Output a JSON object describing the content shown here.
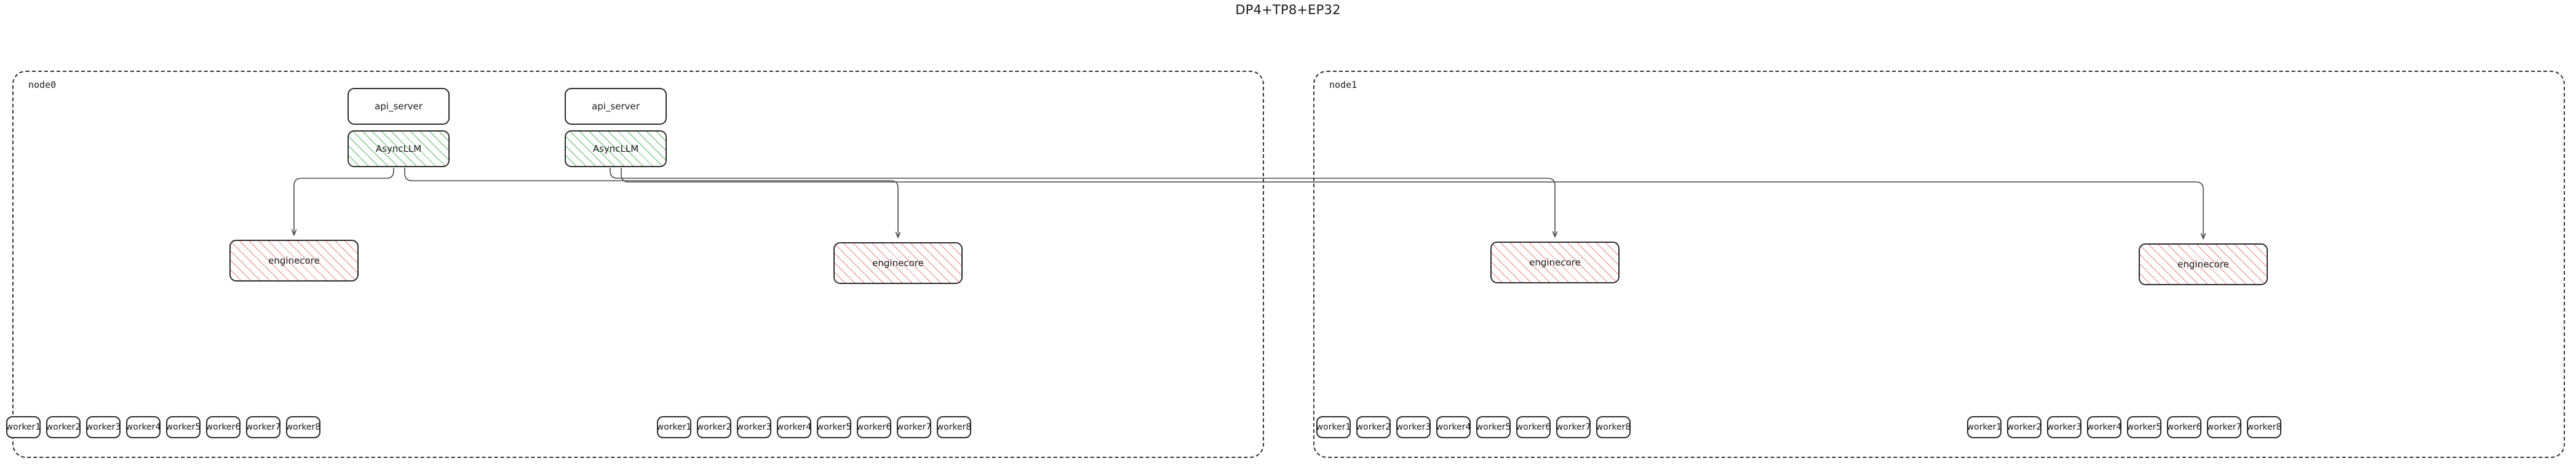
{
  "diagram": {
    "title": "DP4+TP8+EP32",
    "type": "deployment-topology",
    "colors": {
      "node_border": "#333333",
      "box_border": "#2b2b2b",
      "asyncllm_hatch": "#78c882",
      "enginecore_hatch": "#eb8282",
      "edge": "#4a4a4a",
      "background": "#ffffff",
      "text": "#1b1b1b"
    },
    "nodes": [
      {
        "id": "node0",
        "label": "node0",
        "api_servers": [
          {
            "api_label": "api_server",
            "async_label": "AsyncLLM"
          },
          {
            "api_label": "api_server",
            "async_label": "AsyncLLM"
          }
        ],
        "enginecores": [
          {
            "label": "enginecore",
            "workers": [
              "worker1",
              "worker2",
              "worker3",
              "worker4",
              "worker5",
              "worker6",
              "worker7",
              "worker8"
            ]
          },
          {
            "label": "enginecore",
            "workers": [
              "worker1",
              "worker2",
              "worker3",
              "worker4",
              "worker5",
              "worker6",
              "worker7",
              "worker8"
            ]
          }
        ]
      },
      {
        "id": "node1",
        "label": "node1",
        "api_servers": [],
        "enginecores": [
          {
            "label": "enginecore",
            "workers": [
              "worker1",
              "worker2",
              "worker3",
              "worker4",
              "worker5",
              "worker6",
              "worker7",
              "worker8"
            ]
          },
          {
            "label": "enginecore",
            "workers": [
              "worker1",
              "worker2",
              "worker3",
              "worker4",
              "worker5",
              "worker6",
              "worker7",
              "worker8"
            ]
          }
        ]
      }
    ]
  }
}
